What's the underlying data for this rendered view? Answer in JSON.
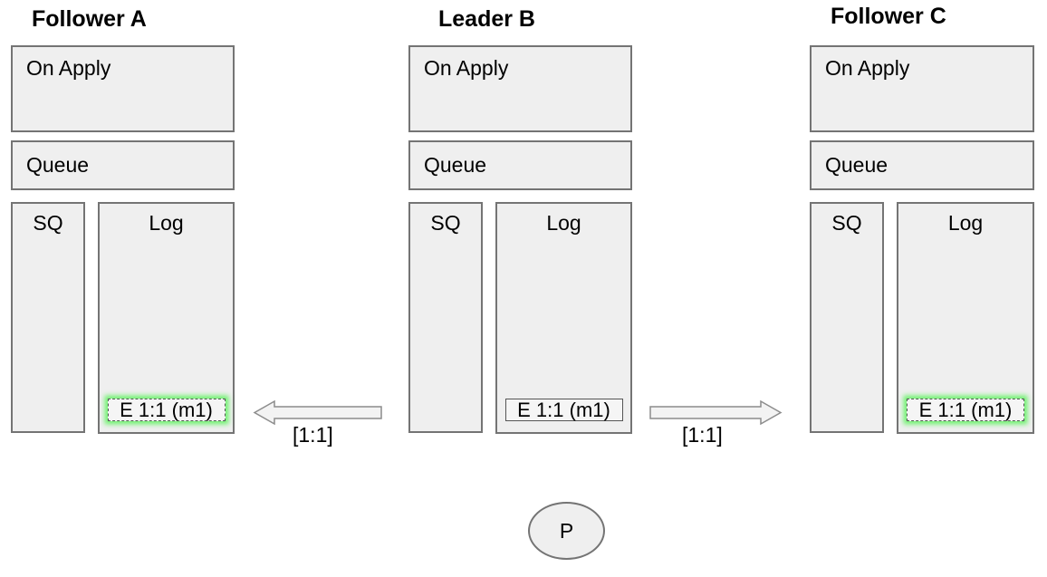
{
  "diagram": {
    "nodes": [
      {
        "title": "Follower A",
        "on_apply_label": "On Apply",
        "queue_label": "Queue",
        "sq_label": "SQ",
        "log_label": "Log",
        "entry": {
          "label": "E 1:1 (m1)",
          "style": "dashed-glow"
        }
      },
      {
        "title": "Leader B",
        "on_apply_label": "On Apply",
        "queue_label": "Queue",
        "sq_label": "SQ",
        "log_label": "Log",
        "entry": {
          "label": "E 1:1 (m1)",
          "style": "solid"
        }
      },
      {
        "title": "Follower C",
        "on_apply_label": "On Apply",
        "queue_label": "Queue",
        "sq_label": "SQ",
        "log_label": "Log",
        "entry": {
          "label": "E 1:1 (m1)",
          "style": "dashed-glow"
        }
      }
    ],
    "arrows": [
      {
        "direction": "left",
        "label": "[1:1]"
      },
      {
        "direction": "right",
        "label": "[1:1]"
      }
    ],
    "proposer": {
      "label": "P"
    },
    "colors": {
      "box_fill": "#efefef",
      "box_stroke": "#747474",
      "entry_fill": "#f5f5f5",
      "entry_stroke": "#555555",
      "glow_green": "#52f252",
      "arrow_fill": "#f3f3f3",
      "arrow_stroke": "#8c8c8c",
      "text": "#000000"
    }
  }
}
